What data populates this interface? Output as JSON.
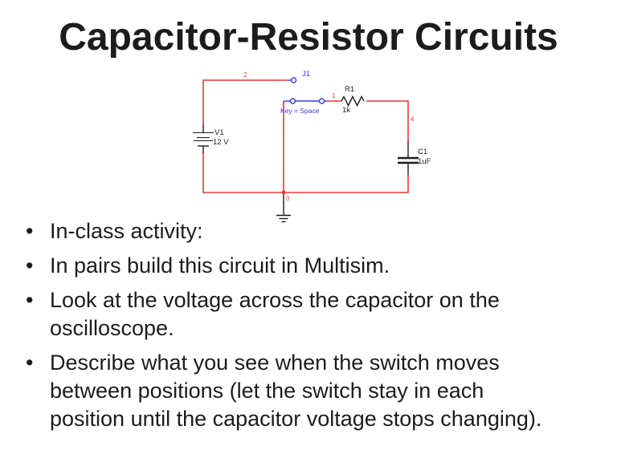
{
  "theme": {
    "background": "#ffffff",
    "ink": "#1c1c1c",
    "wire_red": "#e23b3b",
    "switch_blue": "#3939e0"
  },
  "slide": {
    "title": "Capacitor-Resistor Circuits",
    "bullet_char": "•",
    "bullets": [
      {
        "lines": [
          "In-class activity:"
        ]
      },
      {
        "lines": [
          "In pairs build this circuit in Multisim."
        ]
      },
      {
        "lines": [
          "Look at the voltage across the capacitor on the",
          "oscilloscope."
        ]
      },
      {
        "lines": [
          "Describe what you see when the switch moves",
          "between positions (let the switch stay in each",
          "position until the capacitor voltage stops changing)."
        ]
      }
    ]
  },
  "circuit": {
    "source": {
      "ref": "V1",
      "value": "12 V"
    },
    "switch": {
      "ref": "J1",
      "key_label": "Key = Space"
    },
    "resistor": {
      "ref": "R1",
      "value": "1k"
    },
    "capacitor": {
      "ref": "C1",
      "value": "1uF"
    },
    "nodes": {
      "n2": "2",
      "n1": "1",
      "n4": "4",
      "n0": "0"
    }
  }
}
